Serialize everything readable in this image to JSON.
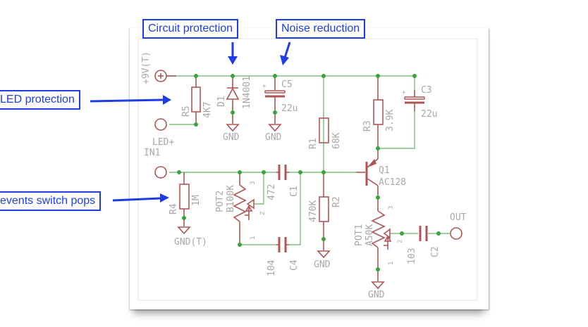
{
  "annotations": {
    "circuit_protection": "Circuit protection",
    "noise_reduction": "Noise reduction",
    "led_protection": "LED protection",
    "switch_pops": "events switch pops"
  },
  "components": {
    "power": {
      "label": "+9V(T)"
    },
    "led_terminal": {
      "label": "LED+"
    },
    "input_terminal": {
      "label": "IN1"
    },
    "output_terminal": {
      "label": "OUT"
    },
    "r5": {
      "ref": "R5",
      "value": "4K7"
    },
    "d1": {
      "ref": "D1",
      "value": "1N4001"
    },
    "c5": {
      "ref": "C5",
      "value": "22u"
    },
    "r1": {
      "ref": "R1",
      "value": "68K"
    },
    "r3": {
      "ref": "R3",
      "value": "3.9K"
    },
    "c3": {
      "ref": "C3",
      "value": "22u"
    },
    "q1": {
      "ref": "Q1",
      "value": "AC128"
    },
    "r4": {
      "ref": "R4",
      "value": "1M"
    },
    "pot2": {
      "ref": "POT2",
      "value": "B100K"
    },
    "c1": {
      "ref": "C1",
      "value": "472"
    },
    "c4": {
      "ref": "C4",
      "value": "104"
    },
    "r2": {
      "ref": "R2",
      "value": "470K"
    },
    "pot1": {
      "ref": "POT1",
      "value": "A50K"
    },
    "c2": {
      "ref": "C2",
      "value": "103"
    }
  },
  "ground_labels": {
    "gnd": "GND",
    "gnd_t": "GND(T)"
  },
  "pin_numbers": {
    "p1": "1",
    "p2": "2",
    "p3": "3"
  },
  "colors": {
    "annotation": "#1f3de6",
    "wire": "#7fbf7f",
    "part": "#b05555",
    "node": "#3aa33a",
    "label": "#a8a8a8"
  }
}
